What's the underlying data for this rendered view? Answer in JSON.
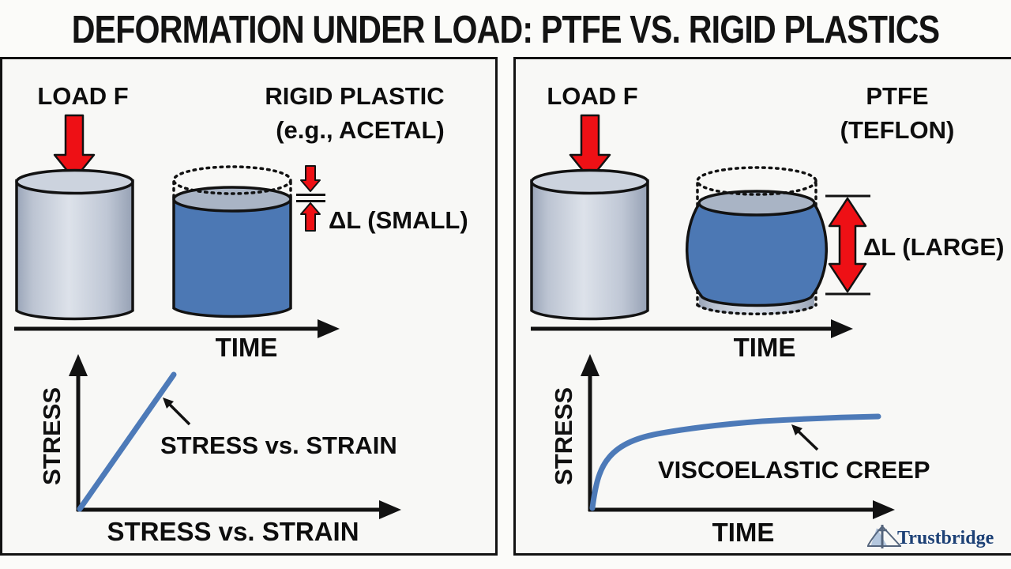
{
  "title": "DEFORMATION UNDER LOAD: PTFE VS. RIGID PLASTICS",
  "left": {
    "load_label": "LOAD F",
    "material_line1": "RIGID PLASTIC",
    "material_line2": "(e.g., ACETAL)",
    "delta_label": "ΔL (SMALL)",
    "time_axis_label": "TIME",
    "graph": {
      "y_axis_label": "STRESS",
      "curve_annotation": "STRESS vs. STRAIN",
      "x_axis_label": "STRESS vs. STRAIN"
    }
  },
  "right": {
    "load_label": "LOAD F",
    "material_line1": "PTFE",
    "material_line2": "(TEFLON)",
    "delta_label": "ΔL (LARGE)",
    "time_axis_label": "TIME",
    "graph": {
      "y_axis_label": "STRESS",
      "curve_annotation": "VISCOELASTIC CREEP",
      "x_axis_label": "TIME"
    }
  },
  "footer": {
    "brand": "Trustbridge"
  },
  "colors": {
    "arrow_red": "#ee1015",
    "cylinder_blue": "#4c78b4",
    "curve_blue": "#4d7ab8",
    "logo_blue": "#1d4176",
    "outline_black": "#121212"
  },
  "chart_data": [
    {
      "type": "line",
      "panel": "left",
      "xlabel": "STRESS vs. STRAIN",
      "ylabel": "STRESS",
      "series": [
        {
          "name": "STRESS vs. STRAIN",
          "shape": "straight rising line (linear elastic response)"
        }
      ],
      "annotations": [
        "STRESS vs. STRAIN"
      ],
      "axis_ticks": "none (schematic)"
    },
    {
      "type": "line",
      "panel": "right",
      "xlabel": "TIME",
      "ylabel": "STRESS",
      "series": [
        {
          "name": "VISCOELASTIC CREEP",
          "shape": "steep initial rise flattening to plateau (creep curve)"
        }
      ],
      "annotations": [
        "VISCOELASTIC CREEP"
      ],
      "axis_ticks": "none (schematic)"
    }
  ]
}
